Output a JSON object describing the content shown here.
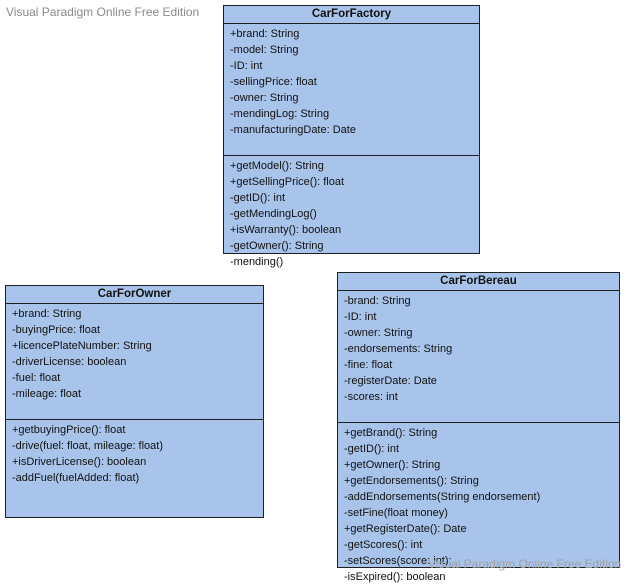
{
  "watermark": {
    "top": "Visual Paradigm Online Free Edition",
    "bottom": "Visual Paradigm Online Free Edition"
  },
  "classes": [
    {
      "name": "CarForFactory",
      "attributes": [
        "+brand: String",
        "-model: String",
        "-ID: int",
        "-sellingPrice: float",
        "-owner: String",
        "-mendingLog: String",
        "-manufacturingDate: Date"
      ],
      "methods": [
        "+getModel(): String",
        "+getSellingPrice(): float",
        "-getID(): int",
        "-getMendingLog()",
        "+isWarranty(): boolean",
        "-getOwner(): String",
        "-mending()"
      ]
    },
    {
      "name": "CarForOwner",
      "attributes": [
        "+brand: String",
        "-buyingPrice: float",
        "+licencePlateNumber: String",
        "-driverLicense: boolean",
        "-fuel: float",
        "-mileage: float"
      ],
      "methods": [
        "+getbuyingPrice(): float",
        "-drive(fuel: float, mileage: float)",
        "+isDriverLicense(): boolean",
        "-addFuel(fuelAdded: float)"
      ]
    },
    {
      "name": "CarForBereau",
      "attributes": [
        "-brand: String",
        "-ID: int",
        "-owner: String",
        "-endorsements: String",
        "-fine: float",
        "-registerDate: Date",
        "-scores: int"
      ],
      "methods": [
        "+getBrand(): String",
        "-getID(): int",
        "+getOwner(): String",
        "+getEndorsements(): String",
        "-addEndorsements(String endorsement)",
        "-setFine(float money)",
        "+getRegisterDate(): Date",
        "-getScores(): int",
        "-setScores(score: int);",
        "-isExpired(): boolean"
      ]
    }
  ]
}
